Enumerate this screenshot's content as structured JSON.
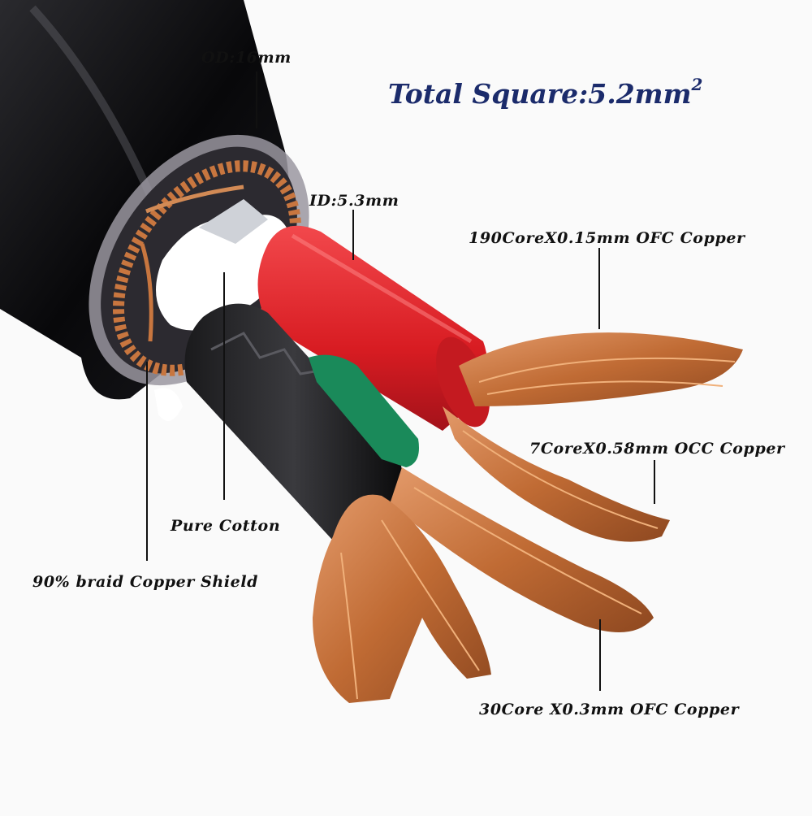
{
  "title": {
    "text": "Total Square:5.2mm",
    "superscript": "2",
    "color": "#1b2b6b"
  },
  "labels": {
    "od": "OD:16mm",
    "id": "ID:5.3mm",
    "core_190": "190CoreX0.15mm OFC Copper",
    "core_7": "7CoreX0.58mm OCC Copper",
    "cotton": "Pure Cotton",
    "shield": "90% braid Copper Shield",
    "core_30": "30Core X0.3mm OFC Copper"
  },
  "colors": {
    "jacket": "#0d0d0f",
    "red_insulation": "#e2242a",
    "green_insulation": "#1a8a5a",
    "copper": "#c8763f",
    "cotton": "#ffffff"
  }
}
